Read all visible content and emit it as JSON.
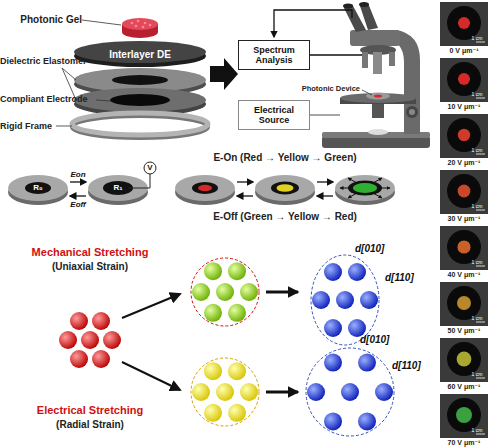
{
  "diagram": {
    "nodes": [
      {
        "text": [
          "Interlayer DE"
        ]
      },
      {
        "text": [
          "Spectrum Analysis"
        ]
      },
      {
        "text": [
          "Electrical Source"
        ]
      }
    ],
    "labels": [
      "Photonic Gel",
      "Dielectric Elastomer",
      "Compliant Electrode",
      "Rigid Frame",
      "Photonic Device",
      "R₀",
      "R₁",
      "Eon",
      "Eoff",
      "V",
      "E-On (Red → Yellow → Green)",
      "E-Off (Green → Yellow → Red)",
      "Mechanical Stretching",
      "(Uniaxial Strain)",
      "Electrical Stretching",
      "(Radial Strain)",
      "d[010]",
      "d[110]",
      "d[010]",
      "d[110]",
      "0 V μm⁻¹",
      "10 V μm⁻¹",
      "20 V μm⁻¹",
      "30 V μm⁻¹",
      "40 V μm⁻¹",
      "50 V μm⁻¹",
      "60 V μm⁻¹",
      "70 V μm⁻¹",
      "1 cm",
      "1 cm",
      "1 cm",
      "1 cm",
      "1 cm",
      "1 cm",
      "1 cm",
      "1 cm"
    ]
  }
}
